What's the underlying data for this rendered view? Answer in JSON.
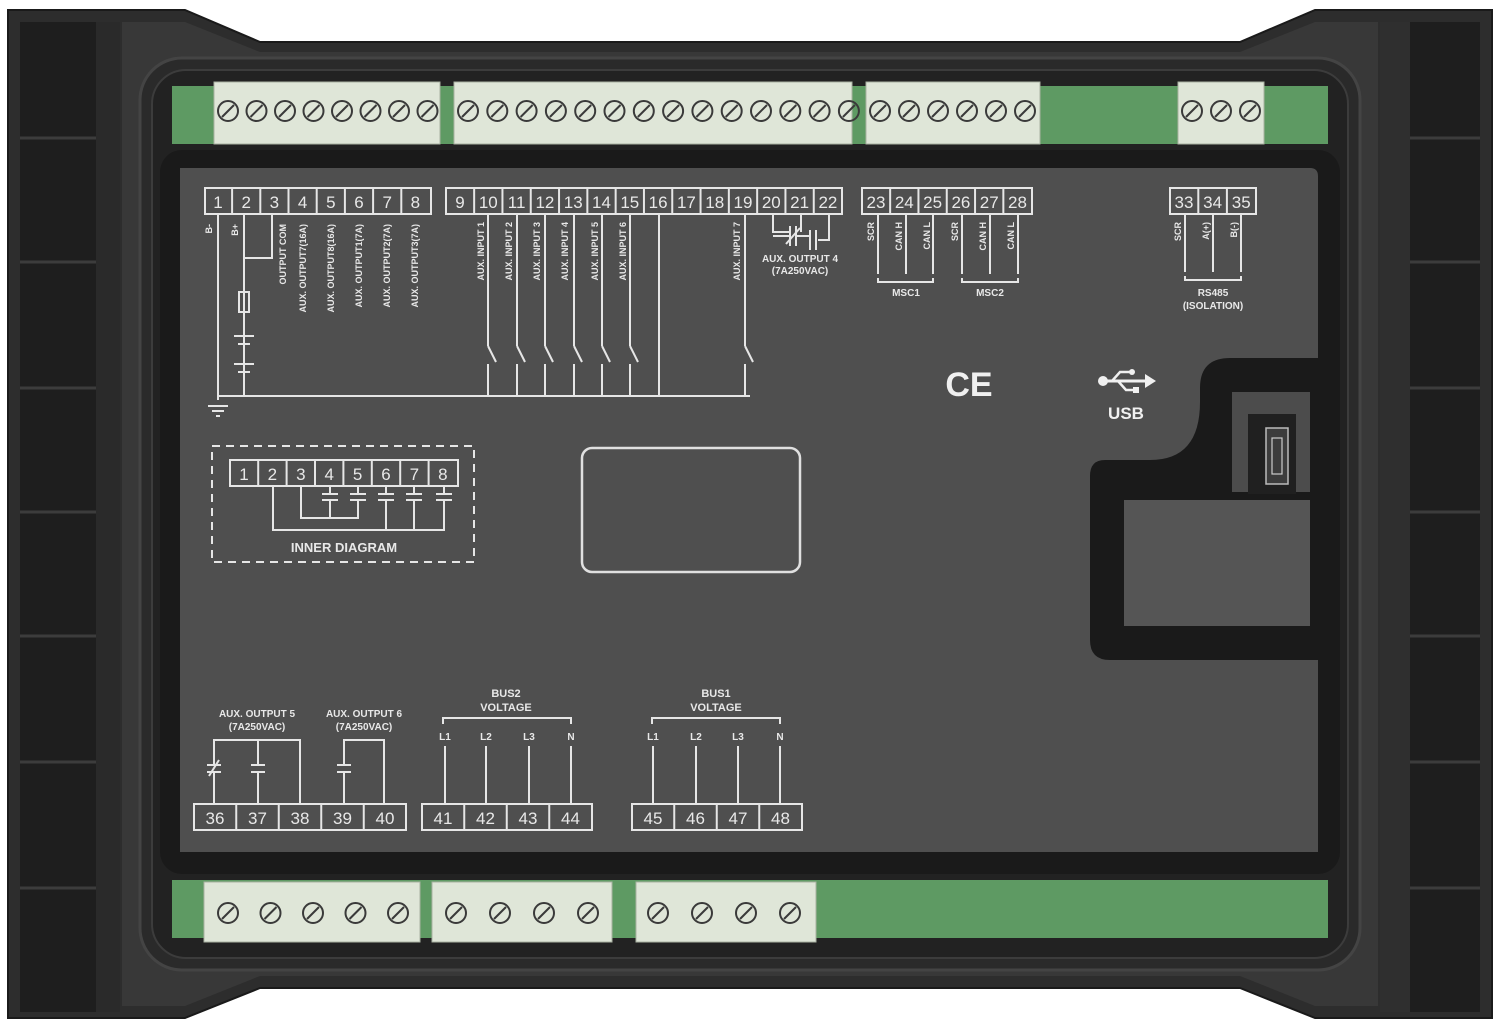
{
  "device": {
    "description": "Genset controller rear panel with terminal blocks",
    "colors": {
      "housing": "#2b2b2b",
      "bezel": "#1c1c1c",
      "panel": "#4f4f4f",
      "pcb_green": "#5e9a63",
      "terminal_block": "#dfe6d8",
      "print": "#e8e8e8"
    }
  },
  "top_terminal_blocks": [
    {
      "screws": 8,
      "terminals": "1-8"
    },
    {
      "screws": 14,
      "terminals": "9-22"
    },
    {
      "screws": 6,
      "terminals": "23-28"
    },
    {
      "screws": 3,
      "terminals": "33-35"
    }
  ],
  "bottom_terminal_blocks": [
    {
      "screws": 5,
      "terminals": "36-40"
    },
    {
      "screws": 4,
      "terminals": "41-44"
    },
    {
      "screws": 4,
      "terminals": "45-48"
    }
  ],
  "group_a": {
    "numbers": [
      "1",
      "2",
      "3",
      "4",
      "5",
      "6",
      "7",
      "8"
    ],
    "labels": [
      "B-",
      "B+",
      "OUTPUT COM",
      "AUX. OUTPUT7(16A)",
      "AUX. OUTPUT8(16A)",
      "AUX. OUTPUT1(7A)",
      "AUX. OUTPUT2(7A)",
      "AUX. OUTPUT3(7A)"
    ]
  },
  "group_b": {
    "numbers": [
      "9",
      "10",
      "11",
      "12",
      "13",
      "14",
      "15",
      "16",
      "17",
      "18",
      "19",
      "20",
      "21",
      "22"
    ],
    "labels": [
      "AUX. INPUT 1",
      "AUX. INPUT 2",
      "AUX. INPUT 3",
      "AUX. INPUT 4",
      "AUX. INPUT 5",
      "AUX. INPUT 6",
      "AUX. INPUT 7"
    ],
    "aux_output4": {
      "line1": "AUX. OUTPUT 4",
      "line2": "(7A250VAC)"
    }
  },
  "group_c": {
    "numbers": [
      "23",
      "24",
      "25",
      "26",
      "27",
      "28"
    ],
    "labels": [
      "SCR",
      "CAN H",
      "CAN L",
      "SCR",
      "CAN H",
      "CAN L"
    ],
    "msc1": "MSC1",
    "msc2": "MSC2"
  },
  "group_d": {
    "numbers": [
      "33",
      "34",
      "35"
    ],
    "labels": [
      "SCR",
      "A(+)",
      "B(-)"
    ],
    "title": "RS485",
    "subtitle": "(ISOLATION)"
  },
  "inner_diagram": {
    "numbers": [
      "1",
      "2",
      "3",
      "4",
      "5",
      "6",
      "7",
      "8"
    ],
    "title": "INNER DIAGRAM"
  },
  "marks": {
    "ce": "CE",
    "usb": "USB"
  },
  "bottom_left": {
    "aux_output5": {
      "line1": "AUX. OUTPUT 5",
      "line2": "(7A250VAC)"
    },
    "aux_output6": {
      "line1": "AUX. OUTPUT 6",
      "line2": "(7A250VAC)"
    },
    "numbers": [
      "36",
      "37",
      "38",
      "39",
      "40"
    ]
  },
  "bus2": {
    "line1": "BUS2",
    "line2": "VOLTAGE",
    "phases": [
      "L1",
      "L2",
      "L3",
      "N"
    ],
    "numbers": [
      "41",
      "42",
      "43",
      "44"
    ]
  },
  "bus1": {
    "line1": "BUS1",
    "line2": "VOLTAGE",
    "phases": [
      "L1",
      "L2",
      "L3",
      "N"
    ],
    "numbers": [
      "45",
      "46",
      "47",
      "48"
    ]
  }
}
